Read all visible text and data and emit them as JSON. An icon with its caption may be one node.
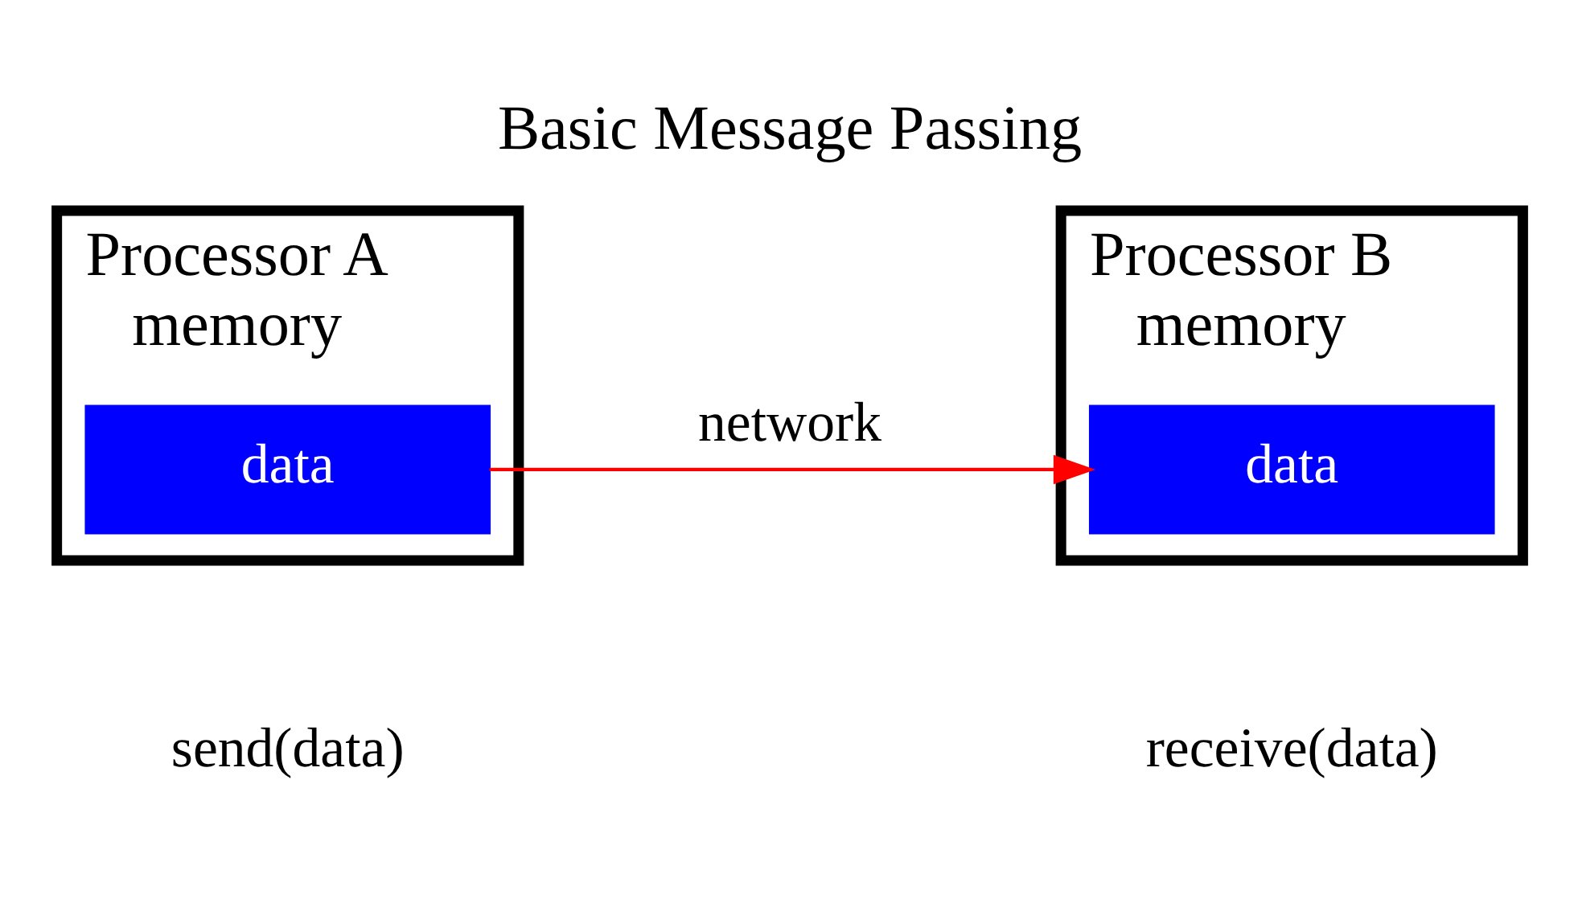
{
  "diagram": {
    "title": "Basic Message Passing",
    "nodes": [
      {
        "text": [
          "Processor A",
          "memory"
        ],
        "beside": [
          "send(data)"
        ]
      },
      {
        "text": [
          "data"
        ],
        "in": 0
      },
      {
        "text": [
          "Processor B",
          "memory"
        ],
        "beside": [
          "receive(data)"
        ]
      },
      {
        "text": [
          "data"
        ],
        "in": 2
      }
    ],
    "edges": [
      {
        "from": 1,
        "to": 3,
        "arrow": "to",
        "label": "network",
        "color": "#ff0000"
      }
    ]
  }
}
